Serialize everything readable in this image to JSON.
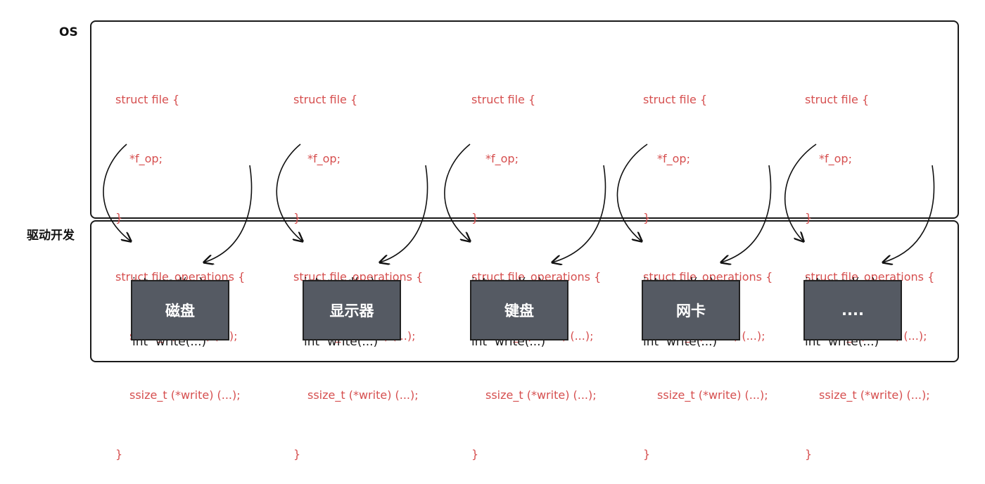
{
  "layers": {
    "os": "OS",
    "driver": "驱动开发"
  },
  "code": {
    "l1": "struct file {",
    "l2": "*f_op;",
    "l3": "}",
    "l4": "struct file_operations {",
    "l5": "ssize_t (*read) (...);",
    "l6": "ssize_t (*write) (...);",
    "l7": "}"
  },
  "impl": {
    "read": "int  read(...)",
    "write": "int  write(...)"
  },
  "devices": [
    "磁盘",
    "显示器",
    "键盘",
    "网卡",
    "...."
  ]
}
